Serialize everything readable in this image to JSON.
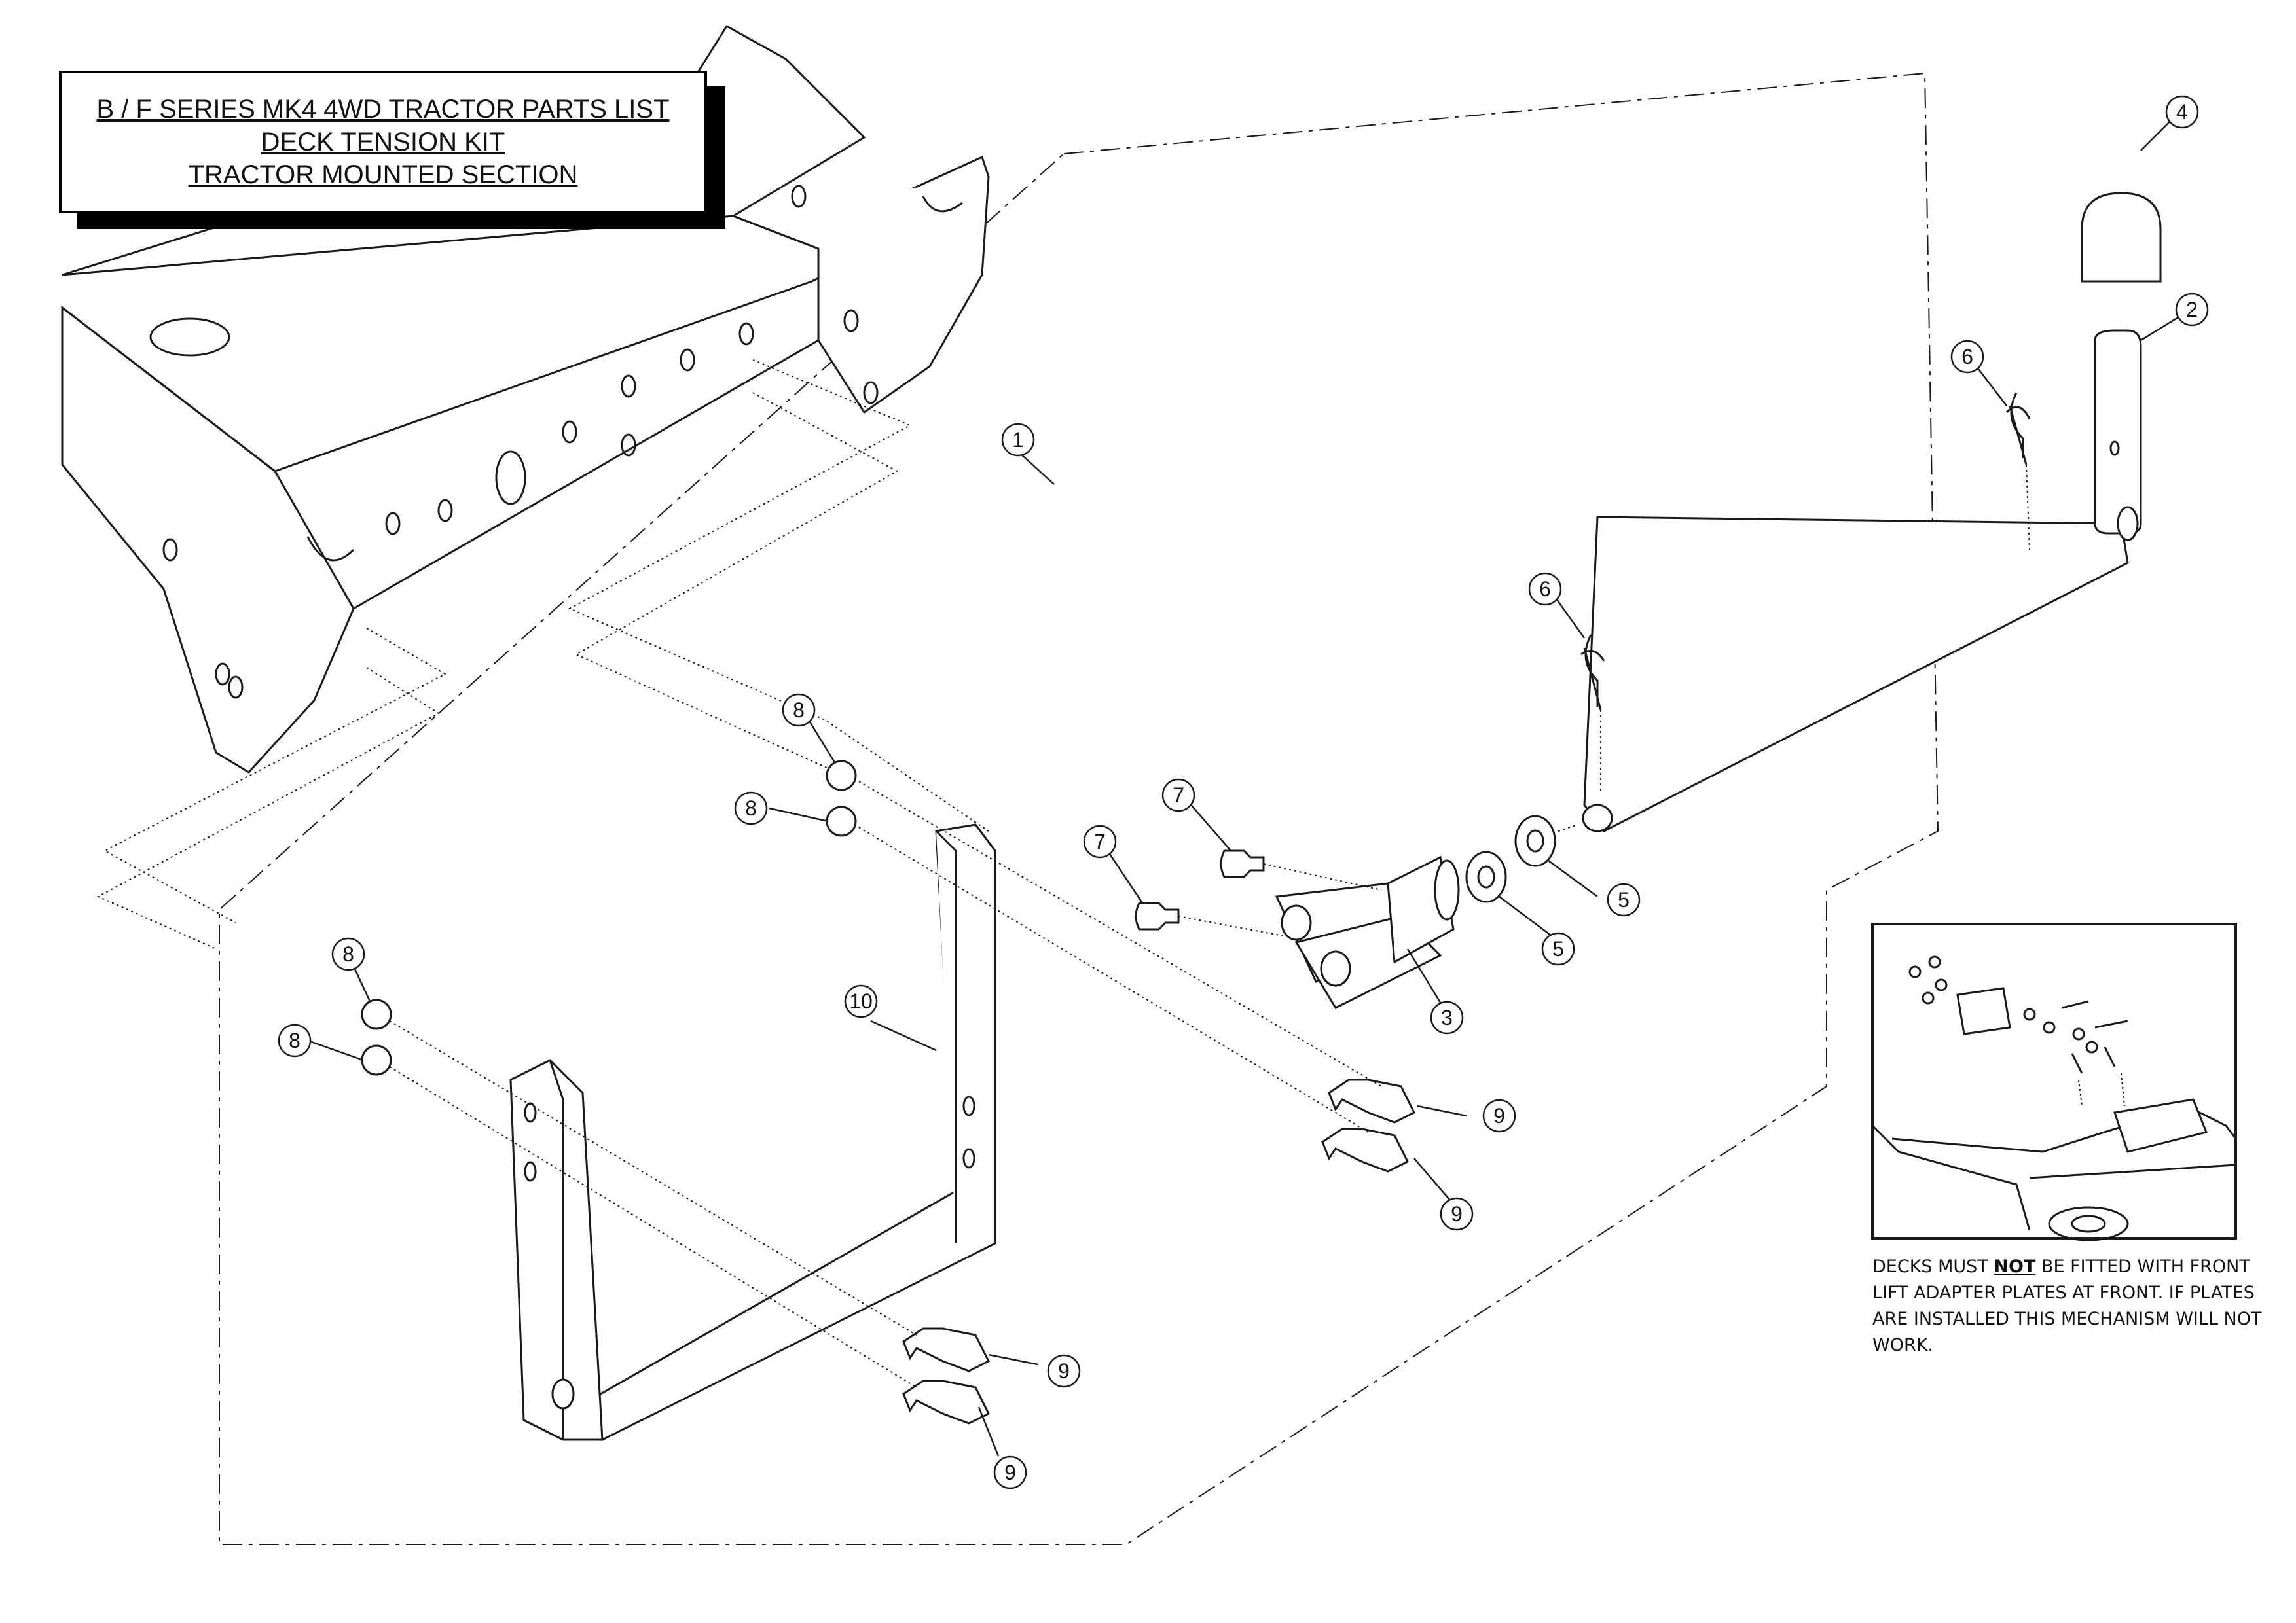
{
  "title": {
    "line1": "B / F SERIES MK4 4WD TRACTOR PARTS LIST",
    "line2": "DECK TENSION KIT",
    "line3": "TRACTOR MOUNTED SECTION"
  },
  "note": {
    "pre": "DECKS MUST ",
    "emphasis": "NOT",
    "post": " BE FITTED WITH FRONT LIFT ADAPTER PLATES AT FRONT. IF PLATES ARE INSTALLED THIS MECHANISM WILL NOT WORK."
  },
  "callouts": [
    "1",
    "2",
    "3",
    "4",
    "5",
    "5",
    "6",
    "6",
    "7",
    "7",
    "8",
    "8",
    "8",
    "8",
    "9",
    "9",
    "9",
    "9",
    "10"
  ],
  "colors": {
    "line": "#1a1a1a",
    "fill": "#ffffff",
    "shadow": "#000000"
  }
}
